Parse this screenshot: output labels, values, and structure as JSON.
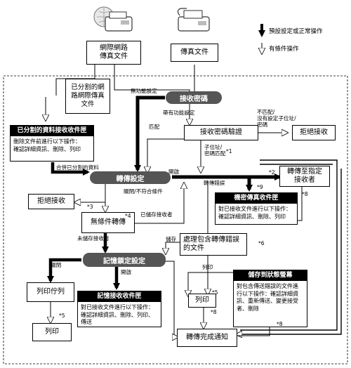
{
  "sources": {
    "internet_fax": "網際網路\n傳真文件",
    "fax": "傳真文件"
  },
  "legend": {
    "default_label": "預設設定或正常操作",
    "conditional_label": "有條件操作"
  },
  "nodes": {
    "split_internet_fax": "已分割的網\n路網際傳真\n文件",
    "split_inbox_title": "已分割的資料接收收件匣",
    "split_inbox_desc": "刪除文件前進行以下操作：\n確認詳細資訊、刪除、列印",
    "recv_password": "接收密碼",
    "recv_password_verify": "接收密碼驗證",
    "reject1": "拒絕接收",
    "forward_settings": "轉傳設定",
    "reject2": "拒絕接收",
    "unconditional_forward": "無條件轉傳",
    "forward_to_recipient": "轉傳至指定\n接收者",
    "confidential_inbox_title": "機密傳真收件匣",
    "confidential_inbox_desc": "對已接收文件進行以下操作：\n確認詳細資訊、刪除、列印",
    "handle_error_doc": "處理包含轉傳錯誤\n的文件",
    "memory_lock": "記憶鎖定設定",
    "save_status_title": "儲存到狀態螢幕",
    "save_status_desc": "對包含傳送錯誤的文件進\n行以下操作：確認詳細資\n訊、重新傳送、變更接受\n者、刪除",
    "print_queue": "列印佇列",
    "print_a": "列印",
    "print_b": "列印",
    "memory_inbox_title": "記憶接收收件匣",
    "memory_inbox_desc": "對已接收文件進行以下操作：\n確認詳細資訊、刪除、列印、\n傳送",
    "forward_done": "轉傳完成通知"
  },
  "labels": {
    "no_function": "無功能設定",
    "has_function": "帶有功能設定",
    "mismatch": "不匹配/\n沒有設定子位址/\n密碼",
    "match": "匹配",
    "sub_match": "子位址/\n密碼匹配",
    "merge_split": "合併已分割的資料",
    "on1": "開啟",
    "off_no_cond": "關閉/不符合條件",
    "stored_recipient": "已儲存接收者",
    "not_stored_recipient": "未儲存接收者",
    "forward_error": "轉傳錯誤",
    "store": "儲存",
    "off2": "關閉",
    "on2": "開啟",
    "print_lbl": "列印"
  },
  "footnotes": {
    "n1": "*1",
    "n2": "*2",
    "n3": "*3",
    "n4": "*4",
    "n5a": "*5",
    "n5b": "*5",
    "n6": "*6",
    "n8a": "*8",
    "n8b": "*8",
    "n8c": "*8",
    "n9": "*9"
  }
}
